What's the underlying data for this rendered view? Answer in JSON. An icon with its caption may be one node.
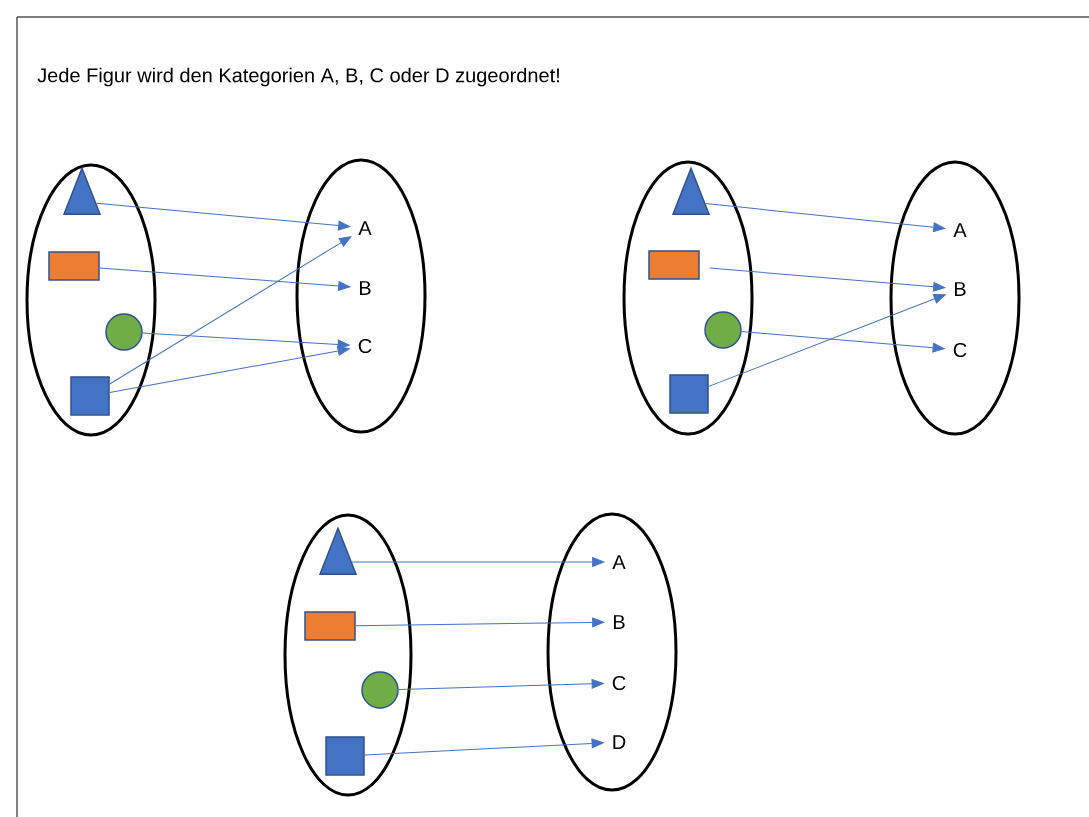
{
  "diagram": {
    "title": "Jede Figur wird den Kategorien A, B, C oder D zugeordnet!",
    "nodes": [
      {
        "text": [],
        "shape": "ellipse"
      },
      {
        "text": [],
        "shape": "triangle",
        "in": 0
      },
      {
        "text": [],
        "shape": "box",
        "in": 0
      },
      {
        "text": [],
        "shape": "circle",
        "in": 0
      },
      {
        "text": [],
        "shape": "square",
        "in": 0
      },
      {
        "text": [],
        "shape": "ellipse"
      },
      {
        "text": [
          "A"
        ],
        "in": 5
      },
      {
        "text": [
          "B"
        ],
        "in": 5
      },
      {
        "text": [
          "C"
        ],
        "in": 5
      },
      {
        "text": [],
        "shape": "ellipse"
      },
      {
        "text": [],
        "shape": "triangle",
        "in": 9
      },
      {
        "text": [],
        "shape": "box",
        "in": 9
      },
      {
        "text": [],
        "shape": "circle",
        "in": 9
      },
      {
        "text": [],
        "shape": "square",
        "in": 9
      },
      {
        "text": [],
        "shape": "ellipse"
      },
      {
        "text": [
          "A"
        ],
        "in": 14
      },
      {
        "text": [
          "B"
        ],
        "in": 14
      },
      {
        "text": [
          "C"
        ],
        "in": 14
      },
      {
        "text": [],
        "shape": "ellipse"
      },
      {
        "text": [],
        "shape": "triangle",
        "in": 18
      },
      {
        "text": [],
        "shape": "box",
        "in": 18
      },
      {
        "text": [],
        "shape": "circle",
        "in": 18
      },
      {
        "text": [],
        "shape": "square",
        "in": 18
      },
      {
        "text": [],
        "shape": "ellipse"
      },
      {
        "text": [
          "A"
        ],
        "in": 23
      },
      {
        "text": [
          "B"
        ],
        "in": 23
      },
      {
        "text": [
          "C"
        ],
        "in": 23
      },
      {
        "text": [
          "D"
        ],
        "in": 23
      }
    ],
    "edges": [
      {
        "from": 1,
        "to": 6,
        "arrow": "to"
      },
      {
        "from": 2,
        "to": 7,
        "arrow": "to"
      },
      {
        "from": 3,
        "to": 8,
        "arrow": "to"
      },
      {
        "from": 4,
        "to": 6,
        "arrow": "to"
      },
      {
        "from": 4,
        "to": 8,
        "arrow": "to"
      },
      {
        "from": 10,
        "to": 15,
        "arrow": "to"
      },
      {
        "from": 11,
        "to": 16,
        "arrow": "to"
      },
      {
        "from": 12,
        "to": 17,
        "arrow": "to"
      },
      {
        "from": 13,
        "to": 16,
        "arrow": "to"
      },
      {
        "from": 19,
        "to": 24,
        "arrow": "to"
      },
      {
        "from": 20,
        "to": 25,
        "arrow": "to"
      },
      {
        "from": 21,
        "to": 26,
        "arrow": "to"
      },
      {
        "from": 22,
        "to": 27,
        "arrow": "to"
      }
    ]
  }
}
